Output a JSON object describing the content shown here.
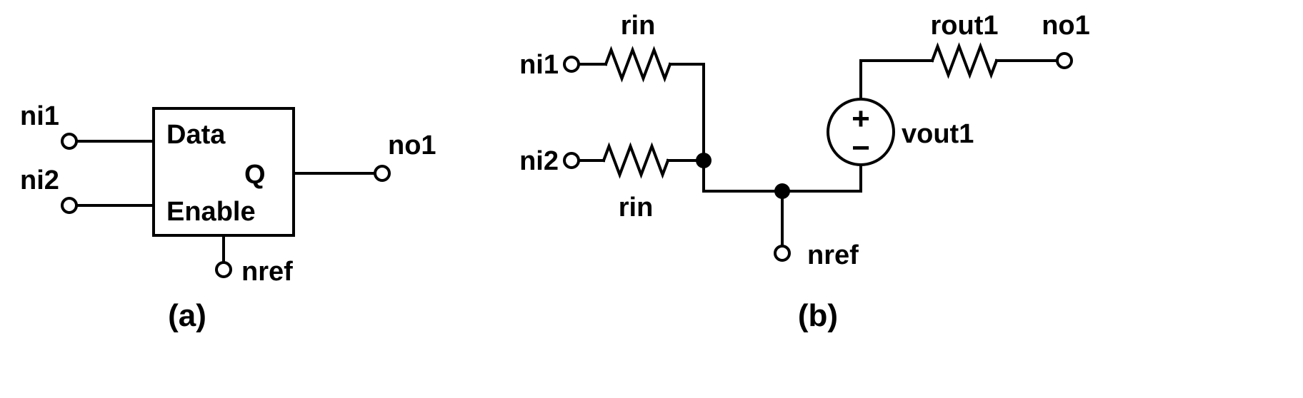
{
  "colors": {
    "ink": "#000000",
    "background": "#ffffff"
  },
  "figure_a": {
    "caption": "(a)",
    "block": {
      "data_label": "Data",
      "enable_label": "Enable",
      "q_label": "Q"
    },
    "nets": {
      "ni1": "ni1",
      "ni2": "ni2",
      "no1": "no1",
      "nref": "nref"
    }
  },
  "figure_b": {
    "caption": "(b)",
    "nets": {
      "ni1": "ni1",
      "ni2": "ni2",
      "no1": "no1",
      "nref": "nref"
    },
    "components": {
      "rin_top": "rin",
      "rin_bottom": "rin",
      "rout1": "rout1",
      "vout1": "vout1",
      "polarity_plus": "+",
      "polarity_minus": "−"
    }
  }
}
